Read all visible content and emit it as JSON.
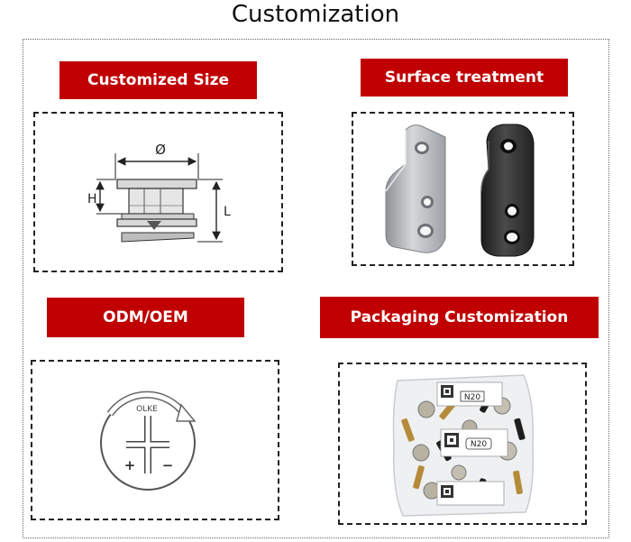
{
  "page": {
    "title": "Customization"
  },
  "sections": [
    {
      "label": "Customized Size"
    },
    {
      "label": "Surface treatment"
    },
    {
      "label": "ODM/OEM"
    },
    {
      "label": "Packaging Customization"
    }
  ],
  "diagram": {
    "diameter_symbol": "Ø",
    "height_label": "H",
    "length_label": "L"
  },
  "logo": {
    "plus": "+",
    "minus": "−"
  },
  "package": {
    "code1": "N20",
    "code2": "N20"
  },
  "colors": {
    "label_bg": "#c00000",
    "label_text": "#ffffff",
    "silver": "#b9bcbf",
    "black_finish": "#2b2b2b"
  }
}
